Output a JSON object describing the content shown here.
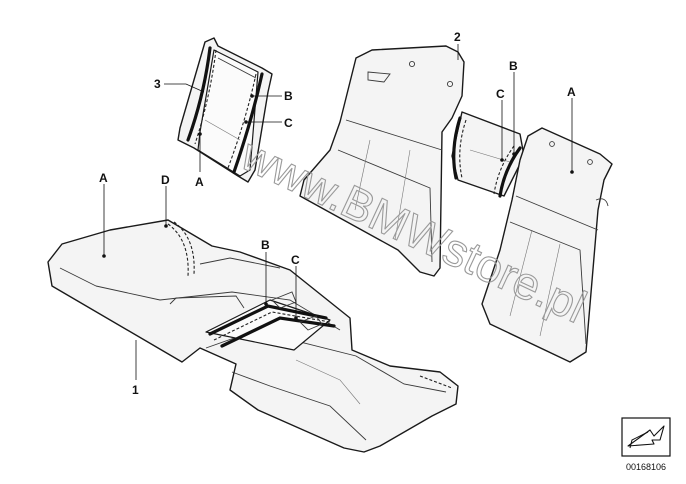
{
  "callouts": {
    "part_1": "1",
    "part_2": "2",
    "part_3": "3",
    "seat_a": "A",
    "seat_d": "D",
    "seat_b": "B",
    "seat_c": "C",
    "strip_b": "B",
    "strip_c": "C",
    "strip_a": "A",
    "back_c": "C",
    "back_b": "B",
    "back_a": "A"
  },
  "watermark": "www.BMWstore.pl",
  "document_id": "00168106",
  "icons": {
    "corner": "arrow-stamp-icon"
  },
  "colors": {
    "line": "#1a1a1a",
    "fill": "#f4f4f4",
    "watermark": "#9a9a9a"
  }
}
